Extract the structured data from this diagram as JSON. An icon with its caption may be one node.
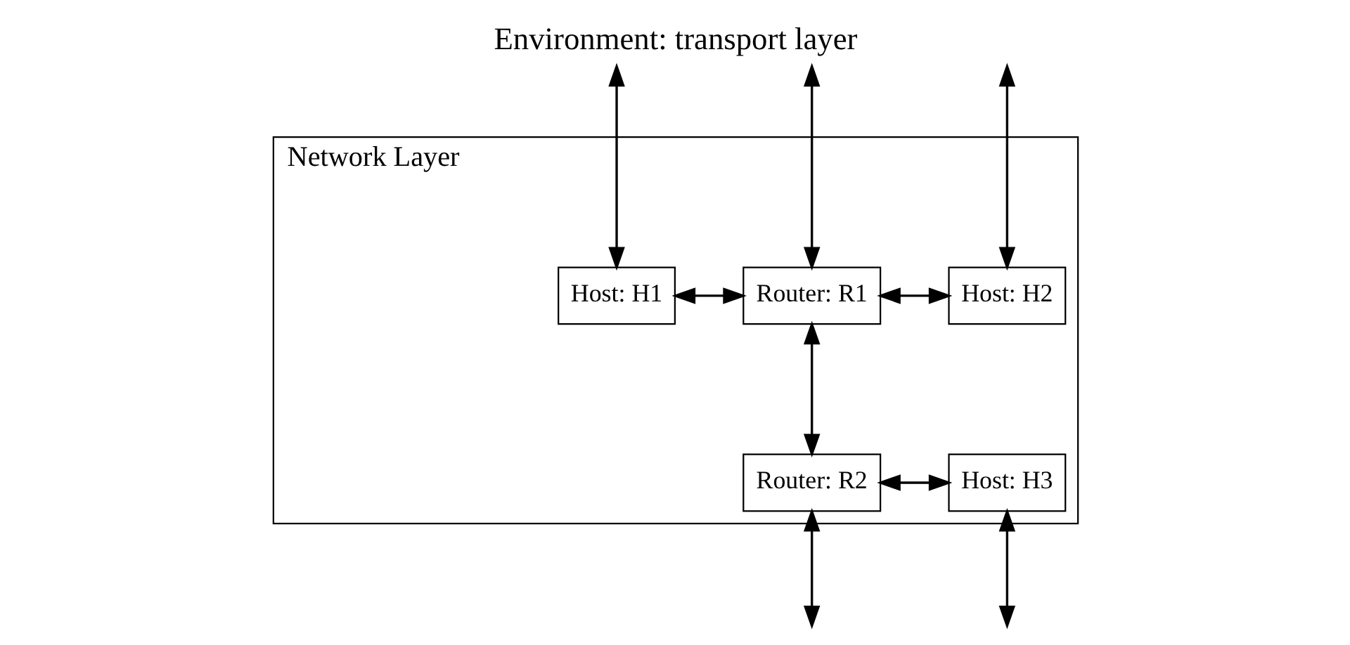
{
  "diagram": {
    "title": "Environment: transport layer",
    "nodes": [
      {
        "text": [
          "Network Layer"
        ]
      },
      {
        "text": [
          "Host: H1"
        ],
        "in": 0
      },
      {
        "text": [
          "Router: R1"
        ],
        "in": 0
      },
      {
        "text": [
          "Host: H2"
        ],
        "in": 0
      },
      {
        "text": [
          "Router: R2"
        ],
        "in": 0
      },
      {
        "text": [
          "Host: H3"
        ],
        "in": 0
      }
    ],
    "edges": [
      {
        "from": null,
        "to": 1,
        "arrow": "both"
      },
      {
        "from": null,
        "to": 2,
        "arrow": "both"
      },
      {
        "from": null,
        "to": 3,
        "arrow": "both"
      },
      {
        "from": 1,
        "to": 2,
        "arrow": "both"
      },
      {
        "from": 2,
        "to": 3,
        "arrow": "both"
      },
      {
        "from": 2,
        "to": 4,
        "arrow": "both"
      },
      {
        "from": 4,
        "to": 5,
        "arrow": "both"
      },
      {
        "from": 4,
        "to": null,
        "arrow": "both"
      },
      {
        "from": 5,
        "to": null,
        "arrow": "both"
      }
    ]
  }
}
